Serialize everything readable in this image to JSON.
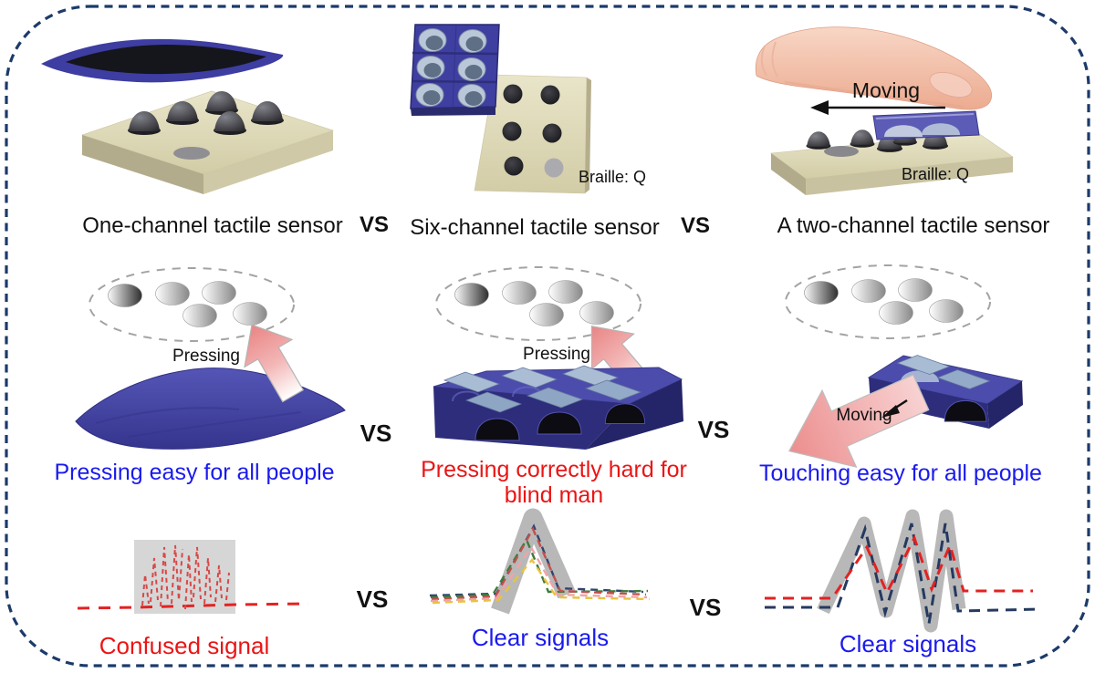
{
  "top_row": {
    "caption_one": "One-channel tactile sensor",
    "vs1": "VS",
    "caption_six": "Six-channel tactile sensor",
    "vs2": "VS",
    "caption_two": "A two-channel tactile sensor",
    "braille_six": "Braille: Q",
    "braille_two": "Braille: Q",
    "moving_label": "Moving"
  },
  "middle_row": {
    "pressing_label_one": "Pressing",
    "pressing_label_six": "Pressing",
    "moving_label": "Moving",
    "caption_one": "Pressing easy for all people",
    "vs1": "VS",
    "caption_six_line1": "Pressing correctly hard for",
    "caption_six_line2": "blind man",
    "vs2": "VS",
    "caption_two": "Touching easy for all people"
  },
  "bottom_row": {
    "caption_one": "Confused signal",
    "vs1": "VS",
    "caption_six": "Clear signals",
    "vs2": "VS",
    "caption_two": "Clear signals"
  },
  "colors": {
    "border_navy": "#1c3a6a",
    "blue_text": "#1a1aee",
    "red_text": "#ea1515",
    "black_text": "#111111",
    "sensor_blue": "#4c4cac",
    "plate_beige": "#ddd8b4",
    "dome_gray": "#3a3a3e",
    "arrow_pink": "#ec8f8f",
    "band_gray": "#b8b8b8",
    "signal_red": "#e32222",
    "signal_navy": "#253a60"
  }
}
